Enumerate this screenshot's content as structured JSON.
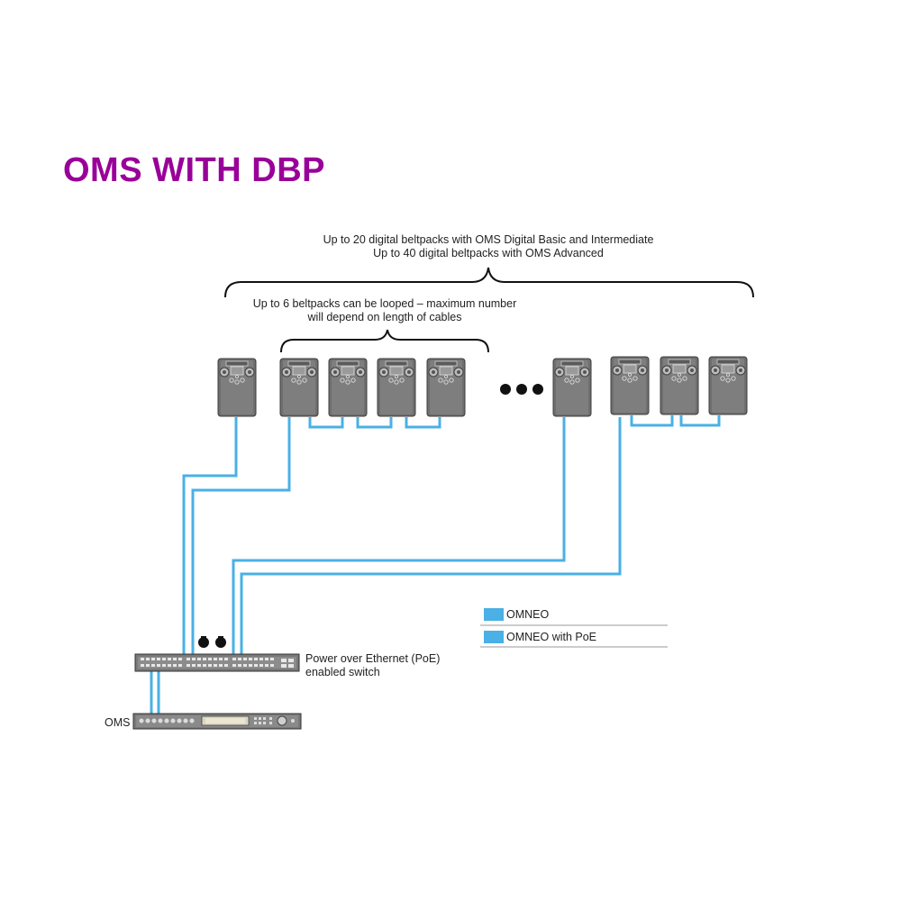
{
  "title": "OMS WITH DBP",
  "labels": {
    "capacity_line1": "Up to 20 digital beltpacks with OMS Digital Basic and Intermediate",
    "capacity_line2": "Up to 40 digital beltpacks with OMS Advanced",
    "loop_line1": "Up to 6 beltpacks can be looped – maximum number",
    "loop_line2": "will depend on length of cables",
    "switch_line1": "Power over Ethernet (PoE)",
    "switch_line2": "enabled switch",
    "oms": "OMS"
  },
  "legend": [
    {
      "label": "OMNEO",
      "color": "#4ab0e6"
    },
    {
      "label": "OMNEO with PoE",
      "color": "#4ab0e6"
    }
  ],
  "colors": {
    "title": "#990099",
    "cable": "#4ab0e6",
    "device": "#7a7a7a"
  }
}
